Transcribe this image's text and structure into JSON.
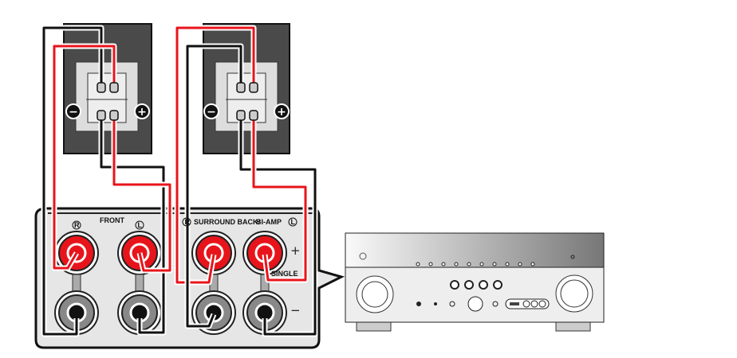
{
  "labels": {
    "front": "FRONT",
    "ch_r": "R",
    "ch_l": "L",
    "surround_back": "SURROUND BACK/",
    "bi_amp": "BI-AMP",
    "plus": "+",
    "minus": "−",
    "single": "SINGLE"
  },
  "speakers": [
    {
      "minus": "−",
      "plus": "+"
    },
    {
      "minus": "−",
      "plus": "+"
    }
  ],
  "colors": {
    "red_wire": "#e8141b",
    "black_wire": "#111111",
    "speaker": "#4a4a4a",
    "panel": "#e6e6e6"
  }
}
